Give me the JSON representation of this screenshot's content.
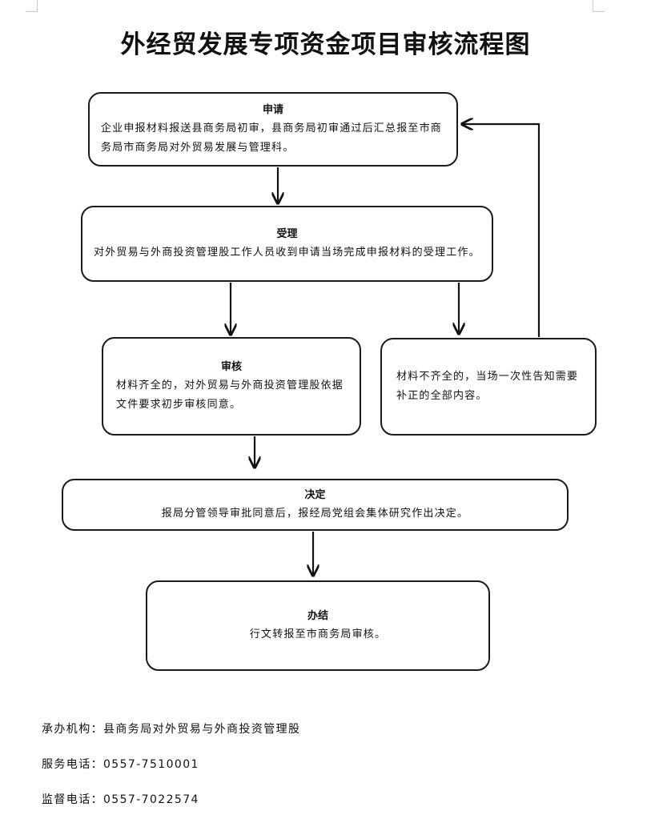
{
  "title": "外经贸发展专项资金项目审核流程图",
  "steps": {
    "apply": {
      "head": "申请",
      "body": "企业申报材料报送县商务局初审，县商务局初审通过后汇总报至市商务局市商务局对外贸易发展与管理科。"
    },
    "accept": {
      "head": "受理",
      "body": "对外贸易与外商投资管理股工作人员收到申请当场完成申报材料的受理工作。"
    },
    "review": {
      "head": "审核",
      "body": "材料齐全的，对外贸易与外商投资管理股依据文件要求初步审核同意。"
    },
    "incomplete": {
      "head": "",
      "body": "材料不齐全的，当场一次性告知需要补正的全部内容。"
    },
    "decide": {
      "head": "决定",
      "body": "报局分管领导审批同意后，报经局党组会集体研究作出决定。"
    },
    "finish": {
      "head": "办结",
      "body": "行文转报至市商务局审核。"
    }
  },
  "footer": {
    "agency_label": "承办机构：",
    "agency": "县商务局对外贸易与外商投资管理股",
    "service_label": "服务电话：",
    "service_phone": "0557-7510001",
    "supervise_label": "监督电话：",
    "supervise_phone": "0557-7022574"
  }
}
